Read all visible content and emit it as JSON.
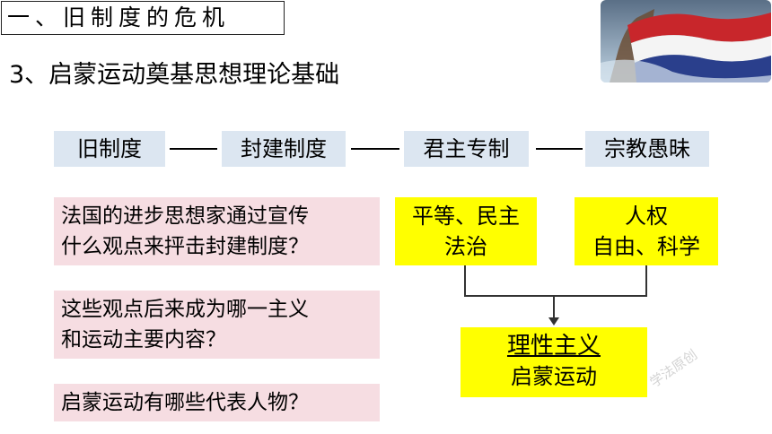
{
  "header": {
    "title": "一、旧制度的危机",
    "subtitle": "3、启蒙运动奠基思想理论基础"
  },
  "chain": {
    "items": [
      "旧制度",
      "封建制度",
      "君主专制",
      "宗教愚昧"
    ]
  },
  "questions": [
    {
      "line1": "法国的进步思想家通过宣传",
      "line2": "什么观点来抨击封建制度？"
    },
    {
      "line1": "这些观点后来成为哪一主义",
      "line2": "和运动主要内容？"
    },
    {
      "line1": "启蒙运动有哪些代表人物？",
      "line2": ""
    }
  ],
  "concepts": {
    "left": {
      "line1": "平等、民主",
      "line2": "法治"
    },
    "right": {
      "line1": "人权",
      "line2": "自由、科学"
    },
    "result": {
      "line1": "理性主义",
      "line2": "启蒙运动"
    }
  },
  "watermark": "学法原创",
  "colors": {
    "chain_bg": "#dce6f1",
    "question_bg": "#f6dde2",
    "concept_bg": "#ffff00"
  }
}
